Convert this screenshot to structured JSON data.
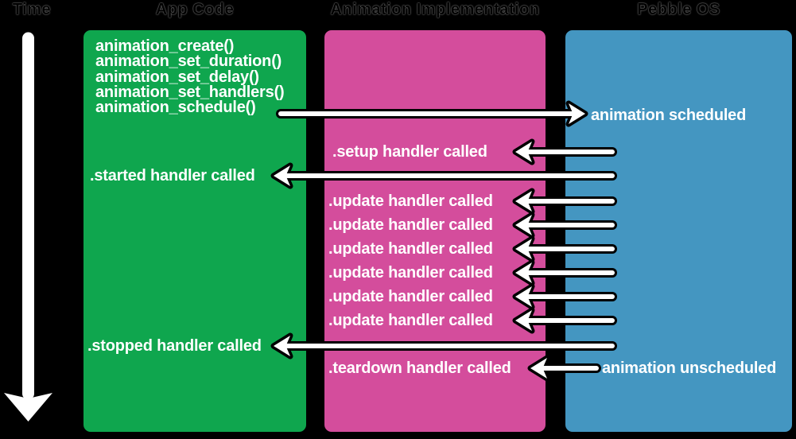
{
  "headers": {
    "time": "Time",
    "app_code": "App Code",
    "animation_implementation": "Animation Implementation",
    "pebble_os": "Pebble OS"
  },
  "app_code": {
    "lines": [
      "animation_create()",
      "animation_set_duration()",
      "animation_set_delay()",
      "animation_set_handlers()",
      "animation_schedule()"
    ]
  },
  "events": {
    "animation_scheduled": "animation scheduled",
    "setup_handler": ".setup handler called",
    "started_handler": ".started handler called",
    "update_handler": ".update handler called",
    "stopped_handler": ".stopped handler called",
    "teardown_handler": ".teardown handler called",
    "animation_unscheduled": "animation unscheduled"
  },
  "colors": {
    "background": "#000000",
    "app_code_box": "#0FA64E",
    "implementation_box": "#D44D9C",
    "pebble_os_box": "#4496C1",
    "box_text": "#FFFFFF",
    "header_text": "#000000",
    "arrow_fill": "#FFFFFF",
    "arrow_outline": "#000000"
  }
}
